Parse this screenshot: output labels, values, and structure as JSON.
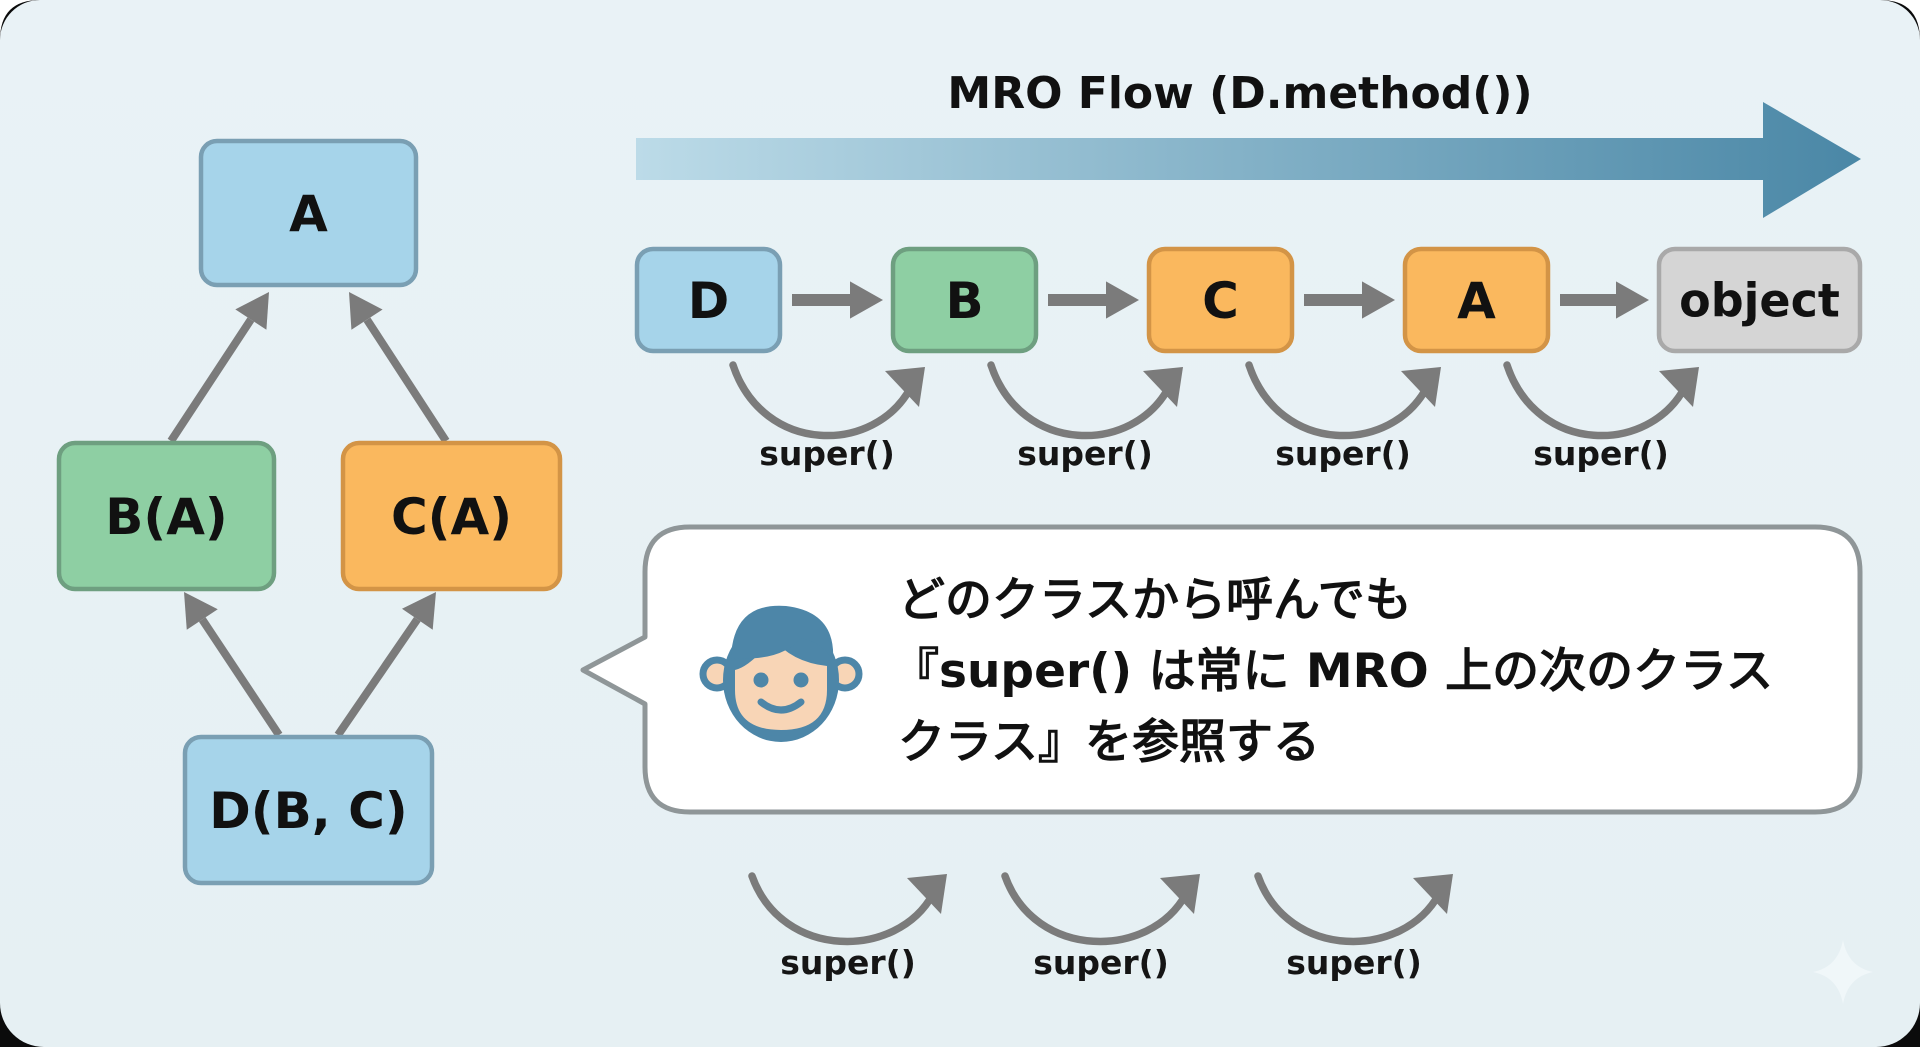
{
  "title": "MRO Flow (D.method())",
  "colors": {
    "blue_fill": "#a6d4ea",
    "blue_border": "#7a9fb3",
    "green_fill": "#8ecfa3",
    "green_border": "#6e9f80",
    "orange_fill": "#fab85e",
    "orange_border": "#d39446",
    "gray_fill": "#d5d5d5",
    "gray_border": "#a9a9a9",
    "arrow_gray": "#7b7b7b",
    "flow_arrow_start": "#bcdbe8",
    "flow_arrow_end": "#4a87a6",
    "avatar_hair": "#4d86a8",
    "avatar_skin": "#f8d5b6"
  },
  "hierarchy": {
    "nodes": [
      {
        "id": "A",
        "label": "A",
        "color": "blue"
      },
      {
        "id": "B",
        "label": "B(A)",
        "color": "green"
      },
      {
        "id": "C",
        "label": "C(A)",
        "color": "orange"
      },
      {
        "id": "D",
        "label": "D(B, C)",
        "color": "blue"
      }
    ],
    "edges": [
      {
        "from": "B",
        "to": "A"
      },
      {
        "from": "C",
        "to": "A"
      },
      {
        "from": "D",
        "to": "B"
      },
      {
        "from": "D",
        "to": "C"
      }
    ]
  },
  "mro_chain": [
    {
      "label": "D",
      "color": "blue"
    },
    {
      "label": "B",
      "color": "green"
    },
    {
      "label": "C",
      "color": "orange"
    },
    {
      "label": "A",
      "color": "orange"
    },
    {
      "label": "object",
      "color": "gray"
    }
  ],
  "super_labels_top": [
    "super()",
    "super()",
    "super()",
    "super()"
  ],
  "super_labels_bottom": [
    "super()",
    "super()",
    "super()"
  ],
  "bubble": {
    "avatar": "smiling-person-icon",
    "lines": [
      "どのクラスから呼んでも",
      "『super() は常に MRO 上の次のクラス",
      "クラス』を参照する"
    ]
  },
  "watermark": "sparkle-icon"
}
